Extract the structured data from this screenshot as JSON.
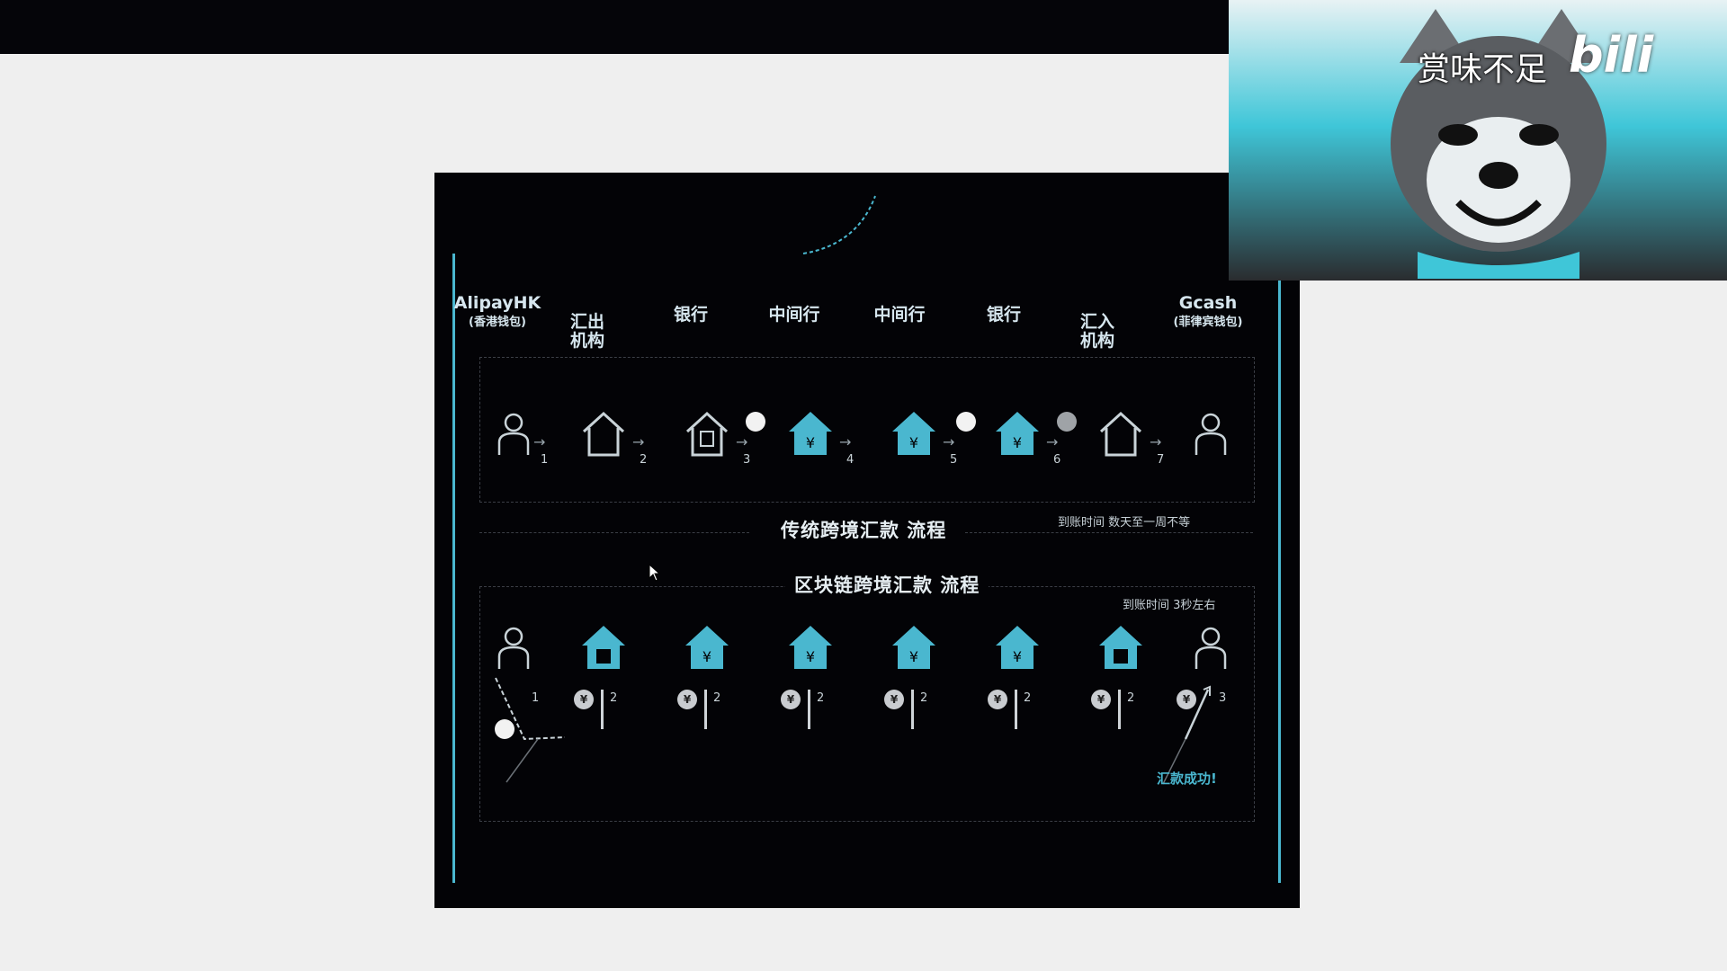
{
  "slide": {
    "columns": [
      {
        "title": "AlipayHK",
        "sub": "(香港钱包)"
      },
      {
        "title": "汇出\n机构",
        "sub": ""
      },
      {
        "title": "银行",
        "sub": ""
      },
      {
        "title": "中间行",
        "sub": ""
      },
      {
        "title": "中间行",
        "sub": ""
      },
      {
        "title": "银行",
        "sub": ""
      },
      {
        "title": "汇入\n机构",
        "sub": ""
      },
      {
        "title": "Gcash",
        "sub": "(菲律宾钱包)"
      }
    ],
    "traditional": {
      "steps": [
        "1",
        "2",
        "3",
        "4",
        "5",
        "6",
        "7"
      ],
      "title": "传统跨境汇款 流程",
      "note": "到账时间 数天至一周不等"
    },
    "blockchain": {
      "title": "区块链跨境汇款 流程",
      "note": "到账时间 3秒左右",
      "steps": [
        "1",
        "2",
        "2",
        "2",
        "2",
        "2",
        "2",
        "3"
      ],
      "success": "汇款成功!"
    },
    "accent_color": "#4ab7cf"
  },
  "webcam": {
    "caption": "赏味不足",
    "logo": "bili"
  }
}
